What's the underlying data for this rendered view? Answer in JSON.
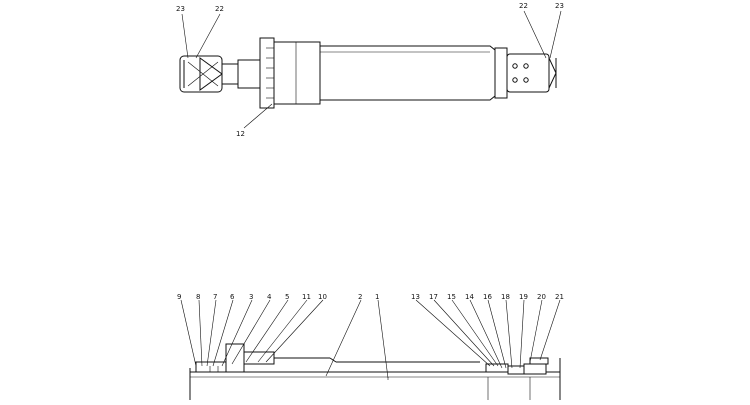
{
  "top_callouts": {
    "left_a": "23",
    "left_b": "22",
    "right_a": "22",
    "right_b": "23",
    "bottom": "12"
  },
  "section_callouts": [
    "9",
    "8",
    "7",
    "6",
    "3",
    "4",
    "5",
    "11",
    "10",
    "2",
    "1",
    "13",
    "17",
    "15",
    "14",
    "16",
    "18",
    "19",
    "20",
    "21"
  ]
}
